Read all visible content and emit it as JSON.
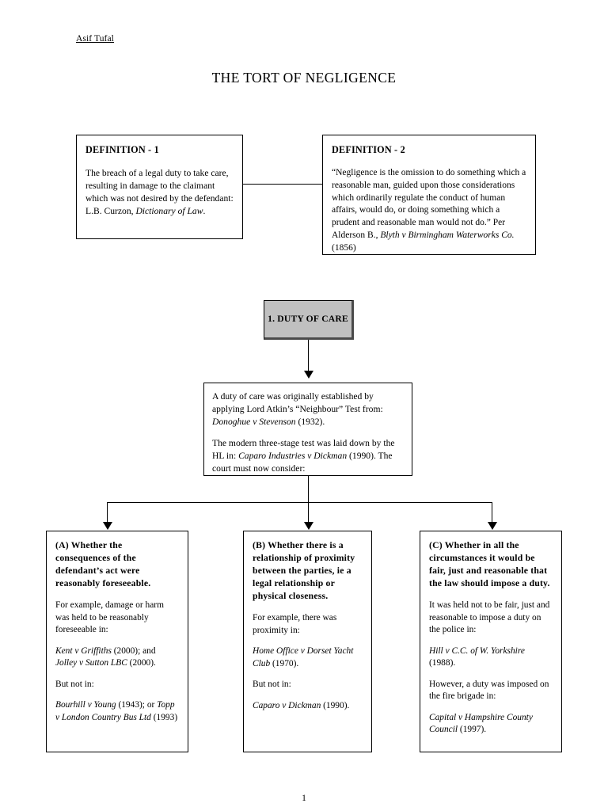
{
  "header": {
    "author": "Asif Tufal",
    "title": "THE TORT OF NEGLIGENCE",
    "page_number": "1"
  },
  "definitions": [
    {
      "heading": "DEFINITION - 1",
      "body": "The breach of a legal duty to take care, resulting in damage to the claimant which was not desired by the defendant: L.B. Curzon, ",
      "source_italic": "Dictionary of Law",
      "source_tail": "."
    },
    {
      "heading": "DEFINITION - 2",
      "body": "“Negligence is the omission to do something which a reasonable man, guided upon those considerations which ordinarily regulate the conduct of human affairs, would do, or doing something which a prudent and reasonable man would not do.” Per Alderson B., ",
      "source_italic": "Blyth v Birmingham Waterworks Co.",
      "source_tail": " (1856)"
    }
  ],
  "duty_node": {
    "label": "1. DUTY OF CARE",
    "line1": "1. DUTY OF",
    "line2": "CARE",
    "fill_color": "#c0c0c0"
  },
  "test_box": {
    "para1_lead": "A duty of care was originally established by applying Lord Atkin’s “Neighbour” Test from: ",
    "para1_case": "Donoghue v Stevenson",
    "para1_tail": " (1932).",
    "para2_lead": "The modern three-stage test was laid down by the HL in: ",
    "para2_case": "Caparo Industries v Dickman",
    "para2_tail": " (1990).  The court must now consider:"
  },
  "branches": [
    {
      "id": "A",
      "heading": "(A) Whether the consequences of the defendant’s act were reasonably foreseeable.",
      "example_lead": "For example, damage or harm was held to be reasonably foreseeable in:",
      "cases_for": [
        {
          "case": "Kent v Griffiths",
          "tail": " (2000); and"
        },
        {
          "case": "Jolley v Sutton LBC",
          "tail": " (2000)."
        }
      ],
      "but_not_label": "But not in:",
      "cases_against": [
        {
          "case": "Bourhill v Young",
          "tail": " (1943); or"
        },
        {
          "case": "Topp v London Country Bus Ltd",
          "tail": " (1993)"
        }
      ]
    },
    {
      "id": "B",
      "heading": "(B) Whether there is a relationship of proximity between the parties, ie a legal relationship or physical closeness.",
      "example_lead": "For example, there was proximity in:",
      "cases_for": [
        {
          "case": "Home Office v Dorset Yacht Club",
          "tail": " (1970)."
        }
      ],
      "but_not_label": "But not in:",
      "cases_against": [
        {
          "case": "Caparo v Dickman",
          "tail": " (1990)."
        }
      ]
    },
    {
      "id": "C",
      "heading": "(C) Whether in all the circumstances it would be fair, just and reasonable that the law should impose a duty.",
      "example_lead": "It was held not to be fair, just and reasonable to impose a duty on the police in:",
      "cases_for": [
        {
          "case": "Hill v C.C. of W. Yorkshire",
          "tail": " (1988)."
        }
      ],
      "but_not_label": "However, a duty was imposed on the fire brigade in:",
      "cases_against": [
        {
          "case": "Capital v Hampshire County Council",
          "tail": " (1997)."
        }
      ]
    }
  ]
}
